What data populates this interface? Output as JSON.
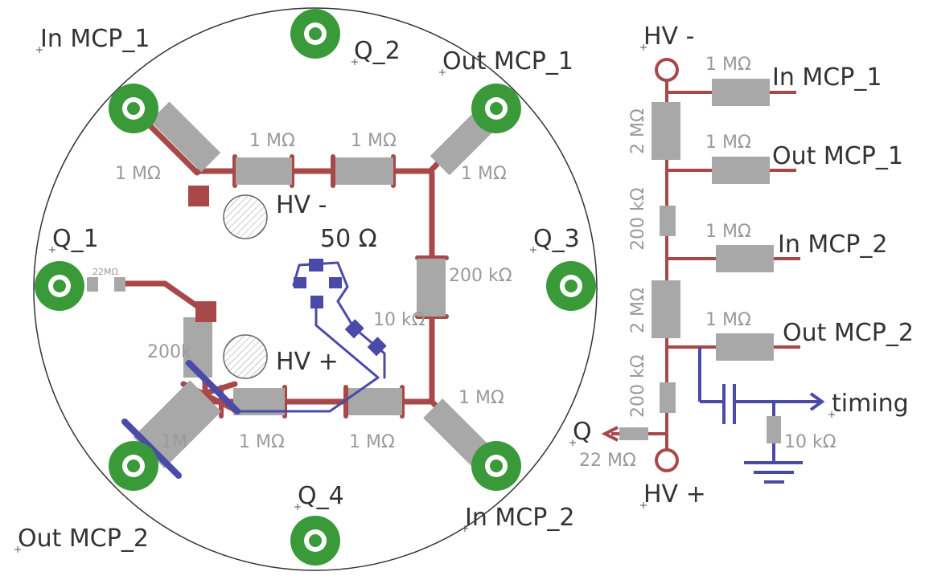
{
  "colors": {
    "trace_red": "#a84848",
    "trace_blue": "#4a4aa8",
    "pad_green": "#3a9a3a",
    "resistor": "#a8a8a8",
    "label": "#333333",
    "value_label": "#9a9a9a"
  },
  "board": {
    "pads": {
      "in_mcp_1": "In MCP_1",
      "q_2": "Q_2",
      "out_mcp_1": "Out MCP_1",
      "q_1": "Q_1",
      "q_3": "Q_3",
      "out_mcp_2": "Out MCP_2",
      "q_4": "Q_4",
      "in_mcp_2": "In MCP_2",
      "hv_minus": "HV -",
      "hv_plus": "HV +",
      "fifty_ohm": "50 Ω"
    },
    "values": {
      "r_top_left": "1 MΩ",
      "r_top_mid": "1 MΩ",
      "r_top_right": "1 MΩ",
      "r_diag_top_right": "1 MΩ",
      "r_right_vert": "200 kΩ",
      "r_terminator": "10 kΩ",
      "r_bottom_right": "1 MΩ",
      "r_bottom_mid_left": "1 MΩ",
      "r_bottom_mid": "1 MΩ",
      "r_small_q1": "22MΩ",
      "r_200k": "200k",
      "r_1m": "1M"
    }
  },
  "schematic": {
    "hv_minus": "HV -",
    "hv_plus": "HV +",
    "outputs": {
      "in_mcp_1": "In MCP_1",
      "out_mcp_1": "Out MCP_1",
      "in_mcp_2": "In MCP_2",
      "out_mcp_2": "Out MCP_2",
      "timing": "timing",
      "q": "Q"
    },
    "values": {
      "r1": "1 MΩ",
      "r2": "1 MΩ",
      "r3": "1 MΩ",
      "r4": "1 MΩ",
      "v_2m_top": "2 MΩ",
      "v_200k_top": "200 kΩ",
      "v_2m_bottom": "2 MΩ",
      "v_200k_bottom": "200 kΩ",
      "r_10k": "10 kΩ",
      "r_22m": "22 MΩ"
    }
  }
}
